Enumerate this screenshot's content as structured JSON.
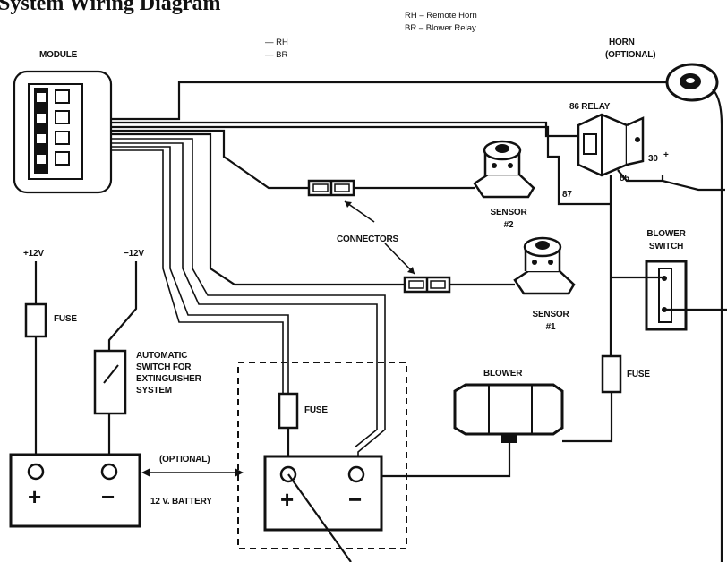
{
  "title": "System Wiring Diagram",
  "legend": [
    {
      "code_line": "— RH",
      "definition": "RH – Remote Horn"
    },
    {
      "code_line": "— BR",
      "definition": "BR – Blower Relay"
    }
  ],
  "labels": {
    "module": "MODULE",
    "horn_line1": "HORN",
    "horn_line2": "(OPTIONAL)",
    "relay": "86 RELAY",
    "relay_30": "30",
    "relay_30_sign": "+",
    "relay_85": "85",
    "relay_87": "87",
    "sensor2_line1": "SENSOR",
    "sensor2_line2": "#2",
    "sensor1_line1": "SENSOR",
    "sensor1_line2": "#1",
    "connectors": "CONNECTORS",
    "blower_switch_line1": "BLOWER",
    "blower_switch_line2": "SWITCH",
    "plus12v": "+12V",
    "minus12v": "−12V",
    "fuse_left": "FUSE",
    "fuse_center": "FUSE",
    "fuse_right": "FUSE",
    "auto_switch_line1": "AUTOMATIC",
    "auto_switch_line2": "SWITCH FOR",
    "auto_switch_line3": "EXTINGUISHER",
    "auto_switch_line4": "SYSTEM",
    "blower": "BLOWER",
    "optional": "(OPTIONAL)",
    "battery": "12 V. BATTERY",
    "plus_sign": "+",
    "minus_sign": "−"
  }
}
